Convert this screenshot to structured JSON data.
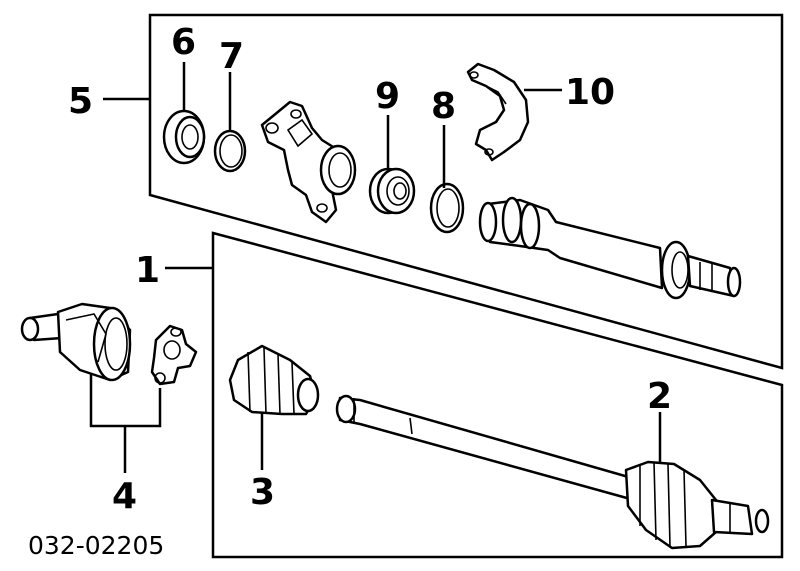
{
  "callouts": {
    "c1": "1",
    "c2": "2",
    "c3": "3",
    "c4": "4",
    "c5": "5",
    "c6": "6",
    "c7": "7",
    "c8": "8",
    "c9": "9",
    "c10": "10"
  },
  "diagram_code": "032-02205",
  "icons": {
    "oil-seal": "oil-seal-icon",
    "snap-ring": "snap-ring-icon",
    "bearing-bracket": "bearing-bracket-icon",
    "ball-bearing": "ball-bearing-icon",
    "retaining-ring": "retaining-ring-icon",
    "bearing-cap": "bearing-cap-icon",
    "half-shaft": "half-shaft-icon",
    "cv-joint-housing": "cv-joint-housing-icon",
    "spider-tripod": "spider-tripod-icon",
    "cv-boot": "cv-boot-icon",
    "drive-shaft-assembly": "drive-shaft-assembly-icon"
  }
}
